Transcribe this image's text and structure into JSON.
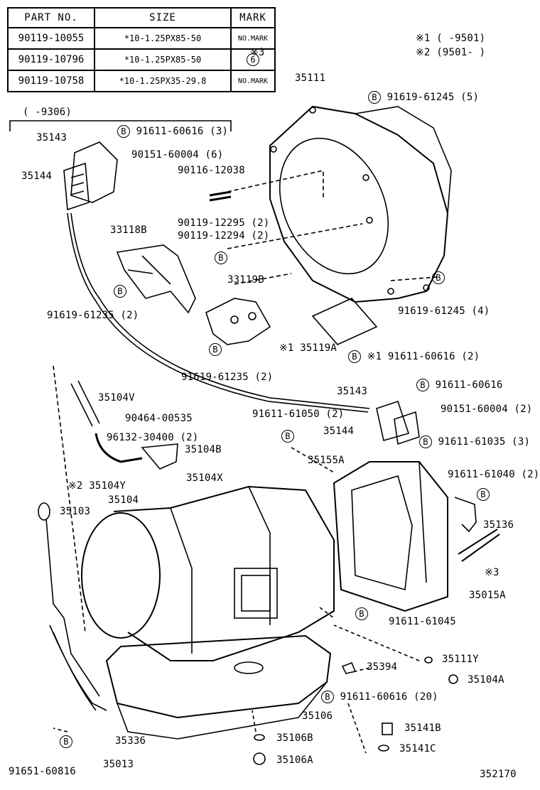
{
  "table": {
    "headers": [
      "PART NO.",
      "SIZE",
      "MARK"
    ],
    "rows": [
      {
        "part": "90119-10055",
        "size": "*10-1.25PX85-50",
        "mark": "NO.MARK"
      },
      {
        "part": "90119-10796",
        "size": "*10-1.25PX85-50",
        "mark": "6"
      },
      {
        "part": "90119-10758",
        "size": "*10-1.25PX35-29.8",
        "mark": "NO.MARK"
      }
    ],
    "note": "※3"
  },
  "notes": {
    "n1": "※1 (     -9501)",
    "n2": "※2 (9501-     )",
    "range": "(     -9306)"
  },
  "labels": {
    "l35111": "35111",
    "l91619_61245_5": "91619-61245 (5)",
    "l35143a": "35143",
    "l91611_60616_3": "91611-60616 (3)",
    "l90151_60004_6": "90151-60004 (6)",
    "l35144a": "35144",
    "l90116_12038": "90116-12038",
    "l33118b": "33118B",
    "l90119_12295": "90119-12295 (2)",
    "l90119_12294": "90119-12294 (2)",
    "l33119b": "33119B",
    "l91619_61235_2a": "91619-61235 (2)",
    "l91619_61245_4": "91619-61245 (4)",
    "l35119a": "※1 35119A",
    "l91611_60616_2": "※1 91611-60616 (2)",
    "l91619_61235_2b": "91619-61235 (2)",
    "l35104v": "35104V",
    "l90464": "90464-00535",
    "l96132": "96132-30400 (2)",
    "l35104b": "35104B",
    "l35104x": "35104X",
    "l35143b": "35143",
    "l91611_60616": "91611-60616",
    "l91611_61050": "91611-61050 (2)",
    "l90151_60004_2": "90151-60004 (2)",
    "l35144b": "35144",
    "l91611_61035": "91611-61035 (3)",
    "l35155a": "35155A",
    "l91611_61040": "91611-61040 (2)",
    "l35104y": "※2 35104Y",
    "l35104": "35104",
    "l35103": "35103",
    "l35136": "35136",
    "l3": "※3",
    "l35015a": "35015A",
    "l91611_61045": "91611-61045",
    "l35111y": "35111Y",
    "l35394": "35394",
    "l35104a": "35104A",
    "l91611_60616_20": "91611-60616 (20)",
    "l35106": "35106",
    "l35141b": "35141B",
    "l35336": "35336",
    "l35106b": "35106B",
    "l35141c": "35141C",
    "l35013": "35013",
    "l35106a": "35106A",
    "l91651": "91651-60816",
    "diagram_no": "352170"
  },
  "b_marker": "B"
}
